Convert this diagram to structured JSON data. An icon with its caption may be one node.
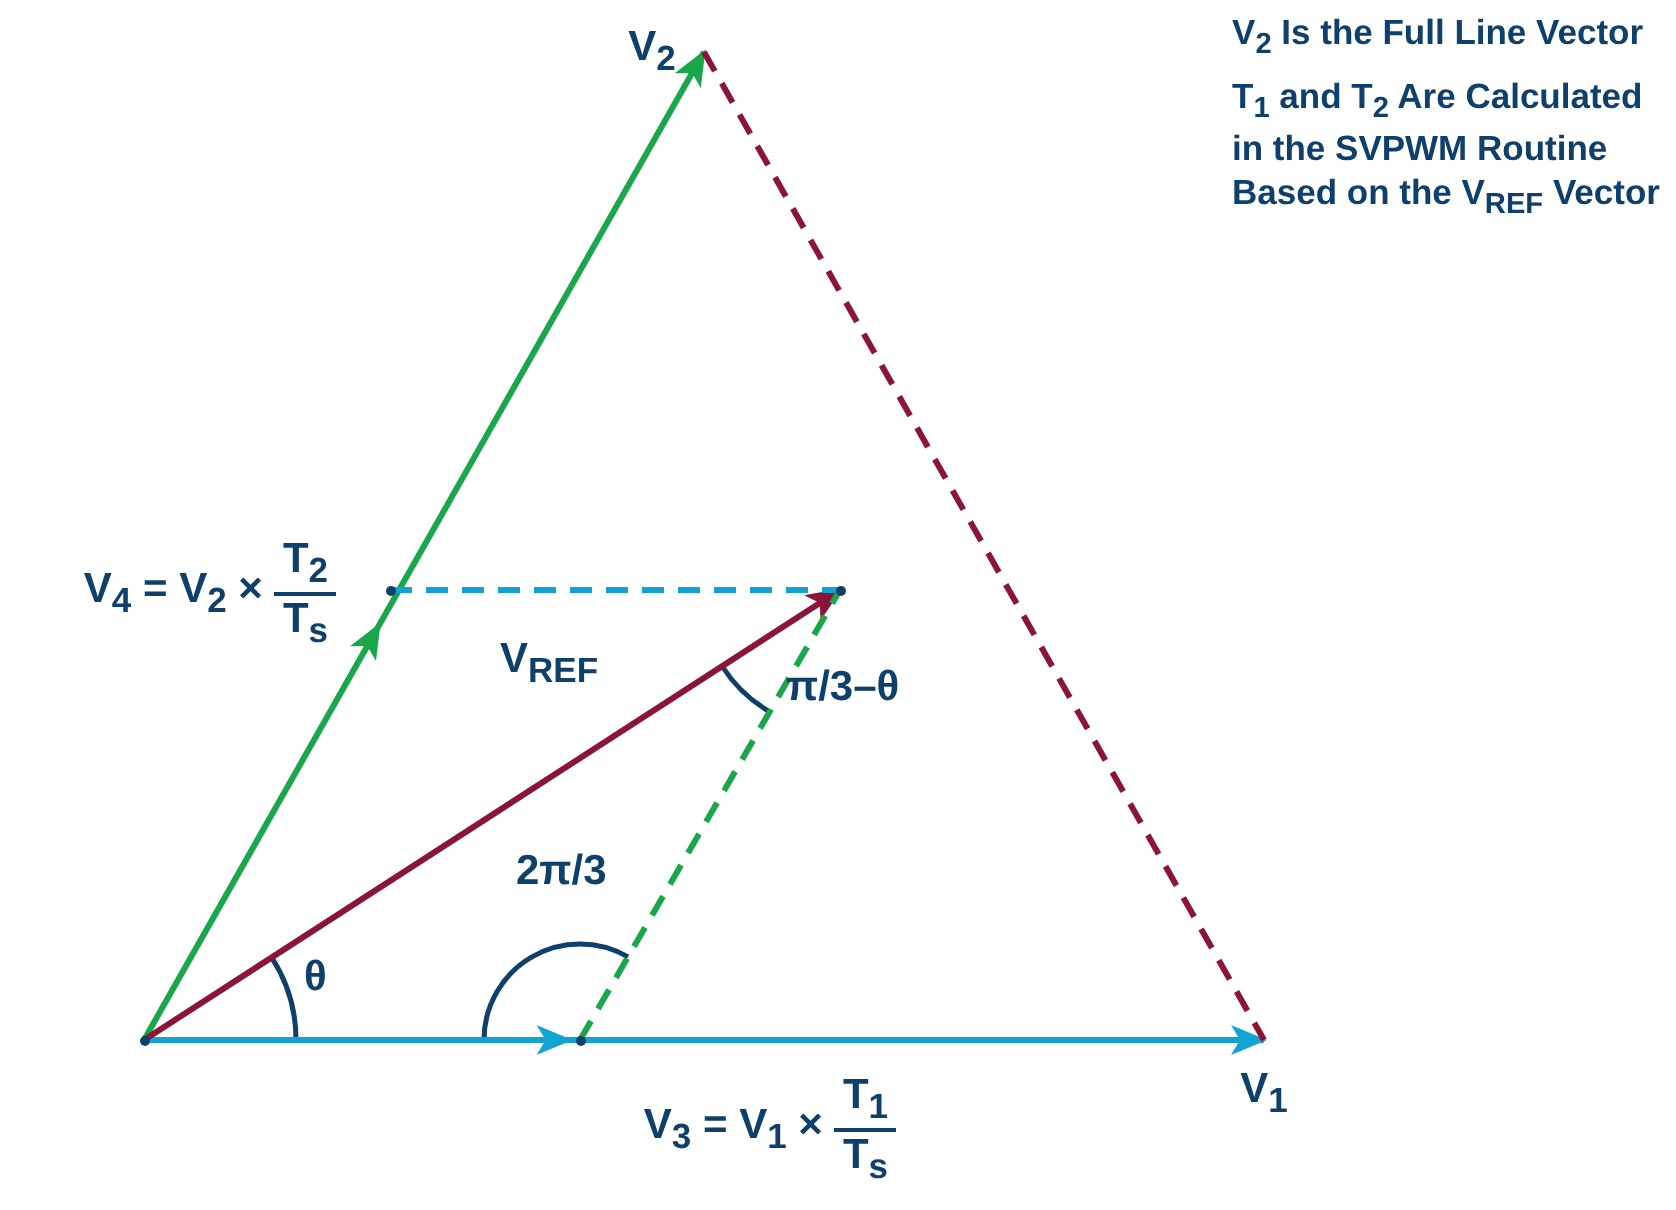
{
  "diagram": {
    "nodes": [
      {
        "text": [
          "V$_{2}$"
        ]
      },
      {
        "text": [
          "V$_{1}$"
        ]
      },
      {
        "text": [],
        "shape": "point"
      },
      {
        "text": [],
        "shape": "point"
      },
      {
        "text": [],
        "shape": "point",
        "beside": [
          "V$_{4}$ = V$_{2}$ ×",
          "T$_{2}$",
          "T$_{s}$"
        ]
      },
      {
        "text": [],
        "shape": "point",
        "beside": [
          "V$_{3}$ = V$_{1}$ ×",
          "T$_{1}$",
          "T$_{s}$"
        ]
      }
    ],
    "edges": [
      {
        "from": 2,
        "to": 0,
        "arrow": "to",
        "color": "#1aa64a"
      },
      {
        "from": 2,
        "to": 1,
        "arrow": "to",
        "color": "#12a3d3"
      },
      {
        "from": 2,
        "to": 3,
        "arrow": "to",
        "color": "#8a1538",
        "label": "V$_{REF}$"
      },
      {
        "from": 0,
        "to": 1,
        "arrow": "none",
        "style": "dashed",
        "color": "#8a1538"
      },
      {
        "from": 4,
        "to": 3,
        "arrow": "none",
        "style": "dashed",
        "color": "#12a3d3"
      },
      {
        "from": 5,
        "to": 3,
        "arrow": "none",
        "style": "dashed",
        "color": "#1aa64a"
      }
    ],
    "labels": [
      "V$_{2}$ Is the Full Line Vector",
      "T$_{1}$ and T$_{2}$ Are Calculated in the SVPWM Routine Based on the V$_{REF}$ Vector",
      "π/3–θ",
      "2π/3",
      "θ"
    ]
  }
}
